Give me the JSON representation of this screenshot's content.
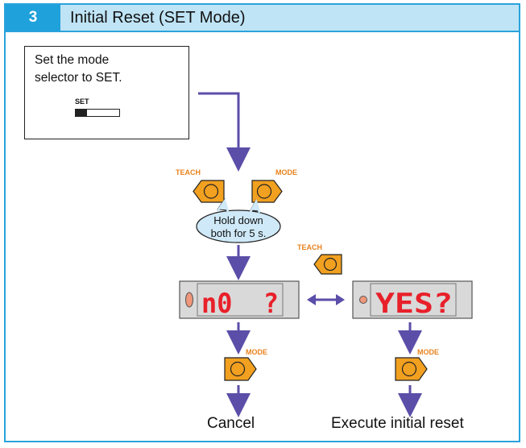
{
  "step": {
    "number": "3",
    "title": "Initial Reset (SET Mode)"
  },
  "note": {
    "line1": "Set the mode",
    "line2": "selector to SET.",
    "switch_label": "SET"
  },
  "buttons": {
    "teach_label": "TEACH",
    "mode_label": "MODE"
  },
  "callout": {
    "line1": "Hold down",
    "line2": "both for 5 s."
  },
  "displays": {
    "left_text": "n0  ?",
    "right_text": "YES?"
  },
  "outcomes": {
    "cancel": "Cancel",
    "execute": "Execute initial reset"
  },
  "colors": {
    "accent_blue": "#1fa1dc",
    "header_bg": "#bfe4f6",
    "arrow": "#5b4ea8",
    "button_orange": "#f2a020",
    "label_orange": "#e8821e",
    "segment_red": "#e8202a",
    "callout_bg": "#cfe9f8"
  }
}
